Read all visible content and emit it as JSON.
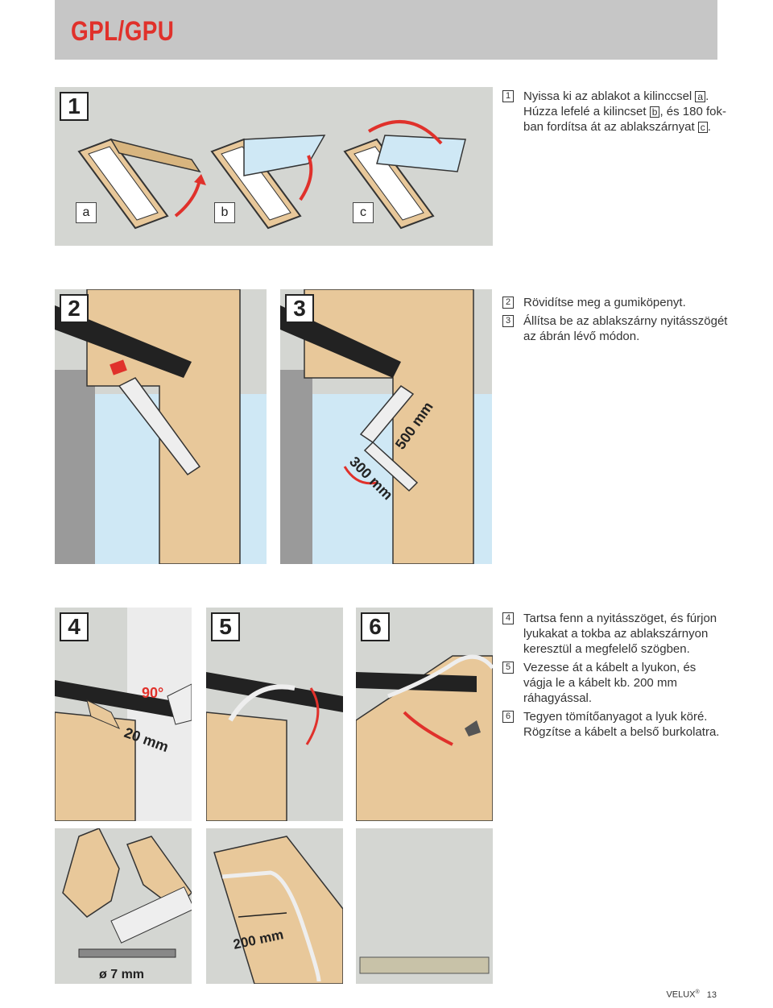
{
  "header": {
    "title": "GPL/GPU"
  },
  "steps": {
    "s1": "1",
    "s2": "2",
    "s3": "3",
    "s4": "4",
    "s5": "5",
    "s6": "6"
  },
  "sub_labels": {
    "a": "a",
    "b": "b",
    "c": "c"
  },
  "instructions": {
    "i1_num": "1",
    "i1_line1": "Nyissa ki az ablakot a kilinccsel",
    "i1_ref_a": "a",
    "i1_line2a": "Húzza lefelé a kilincset",
    "i1_ref_b": "b",
    "i1_line2b": ", és 180 fok-",
    "i1_line3": "ban fordítsa át az ablakszárnyat",
    "i1_ref_c": "c",
    "i2_num": "2",
    "i2_text": "Rövidítse meg a gumiköpenyt.",
    "i3_num": "3",
    "i3_text": "Állítsa be az ablakszárny nyitásszögét az ábrán lévő módon.",
    "i4_num": "4",
    "i4_text": "Tartsa fenn a nyitásszöget, és fúrjon lyukakat a tokba az ablakszárnyon keresztül a megfelelő szögben.",
    "i5_num": "5",
    "i5_text": "Vezesse át a kábelt a lyukon, és vágja le a kábelt kb. 200 mm ráhagyással.",
    "i6_num": "6",
    "i6_text": "Tegyen tömítőanyagot a lyuk köré. Rögzítse a kábelt a belső burkolatra."
  },
  "dimensions": {
    "d500": "500 mm",
    "d300": "300 mm",
    "angle": "90°",
    "d20": "20 mm",
    "d200": "200 mm",
    "drill": "ø 7 mm"
  },
  "footer": {
    "brand": "VELUX",
    "reg": "®",
    "page": "13"
  },
  "colors": {
    "accent": "#e0312b",
    "wood": "#e8c89a",
    "panel": "#d4d6d2",
    "glass": "#cfe8f5"
  }
}
